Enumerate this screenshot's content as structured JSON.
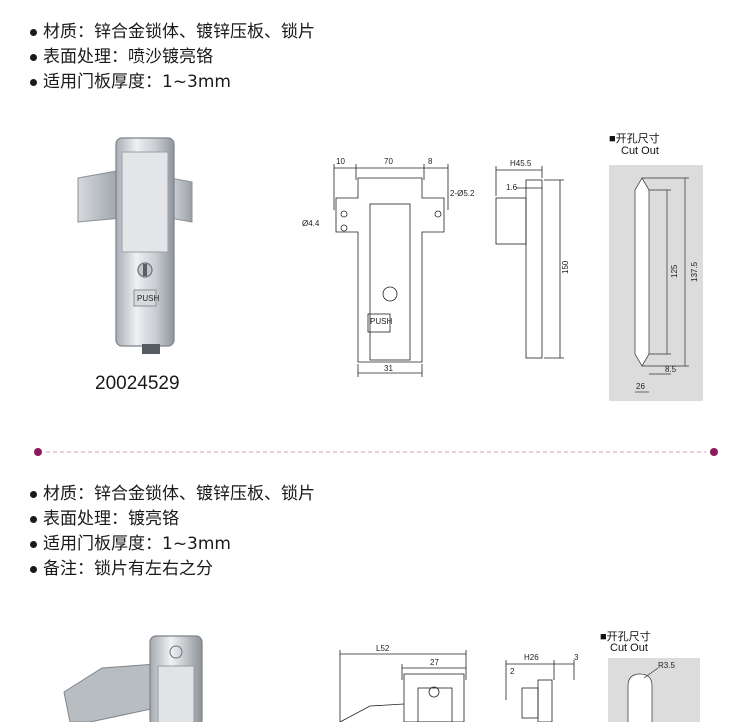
{
  "section1": {
    "specs": [
      {
        "text": "材质：锌合金锁体、镀锌压板、锁片"
      },
      {
        "text": "表面处理：喷沙镀亮铬"
      },
      {
        "text": "适用门板厚度：1~3mm"
      }
    ],
    "product_code": "20024529",
    "dimensions": {
      "top_left": "10",
      "top_mid": "70",
      "top_right": "8",
      "hole_left": "Ø4.4",
      "hole_right": "2-Ø5.2",
      "bottom_width": "31",
      "side_width": "H45.5",
      "side_thickness": "1.6",
      "side_height": "150"
    },
    "push_label": "PUSH",
    "cutout": {
      "heading": "■开孔尺寸",
      "subheading": "Cut Out",
      "height_inner": "125",
      "height_outer": "137.5",
      "width": "26",
      "offset": "8.5"
    }
  },
  "section2": {
    "specs": [
      {
        "text": "材质：锌合金锁体、镀锌压板、锁片"
      },
      {
        "text": "表面处理：镀亮铬"
      },
      {
        "text": "适用门板厚度：1~3mm"
      },
      {
        "text": "备注：锁片有左右之分"
      }
    ],
    "dimensions": {
      "top_total": "L52",
      "top_inner": "27",
      "side_width": "H26",
      "side_thickness": "3",
      "side_small": "2"
    },
    "cutout": {
      "heading": "■开孔尺寸",
      "subheading": "Cut Out",
      "radius": "R3.5"
    }
  },
  "colors": {
    "divider_dot": "#8b1a5a",
    "divider_dash": "#c9a5b8",
    "cutout_bg": "#dcdcdc"
  }
}
